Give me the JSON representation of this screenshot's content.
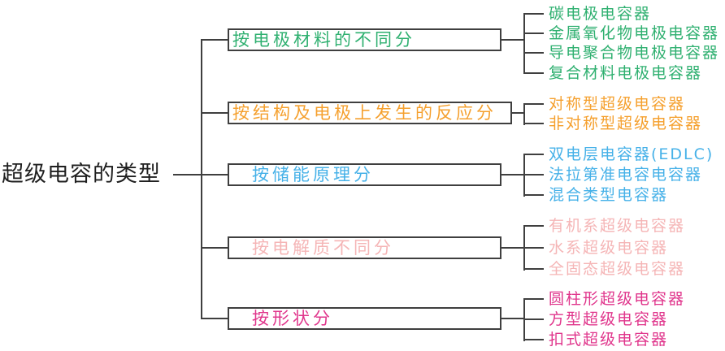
{
  "title": "超级电容的类型",
  "colors": {
    "root_text": "#1f1f1f",
    "line": "#3f3f3f",
    "branch_electrode_material": "#2fb070",
    "branch_structure_reaction": "#f5a02e",
    "branch_storage_principle": "#46b1e8",
    "branch_electrolyte": "#f5b5b6",
    "branch_shape": "#e0368c"
  },
  "branches": [
    {
      "label": "按电极材料的不同分",
      "color": "#2fb070",
      "children": [
        "碳电极电容器",
        "金属氧化物电极电容器",
        "导电聚合物电极电容器",
        "复合材料电极电容器"
      ]
    },
    {
      "label": "按结构及电极上发生的反应分",
      "color": "#f5a02e",
      "children": [
        "对称型超级电容器",
        "非对称型超级电容器"
      ]
    },
    {
      "label": "按储能原理分",
      "color": "#46b1e8",
      "children": [
        "双电层电容器(EDLC)",
        "法拉第准电容电容器",
        "混合类型电容器"
      ]
    },
    {
      "label": "按电解质不同分",
      "color": "#f5b5b6",
      "children": [
        "有机系超级电容器",
        "水系超级电容器",
        "全固态超级电容器"
      ]
    },
    {
      "label": "按形状分",
      "color": "#e0368c",
      "children": [
        "圆柱形超级电容器",
        "方型超级电容器",
        "扣式超级电容器"
      ]
    }
  ]
}
